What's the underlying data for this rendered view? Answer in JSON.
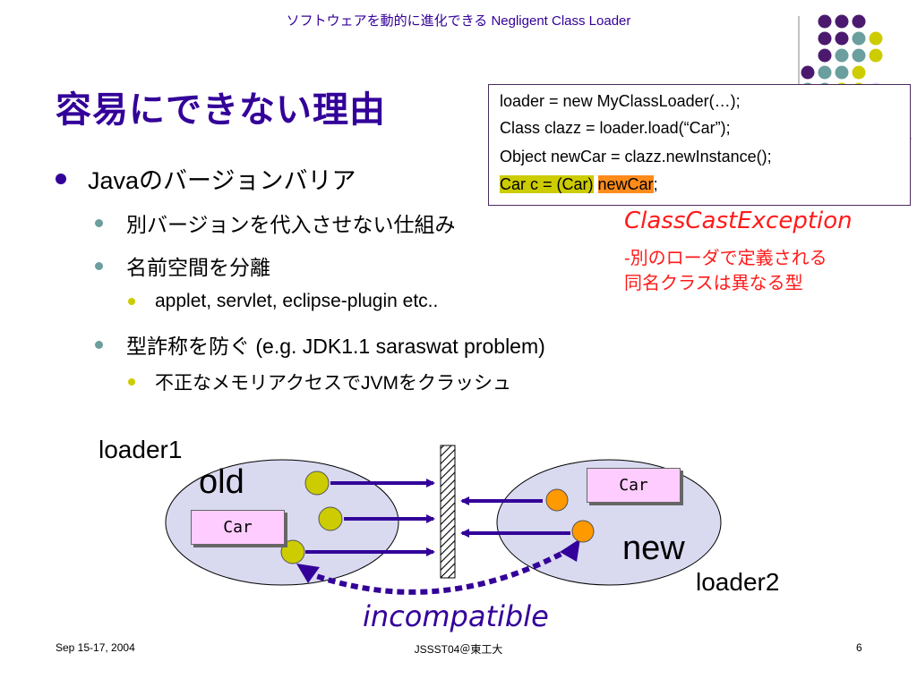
{
  "header": {
    "title": "ソフトウェアを動的に進化できる Negligent Class Loader"
  },
  "slide": {
    "title": "容易にできない理由"
  },
  "bullets": {
    "b1": "Javaのバージョンバリア",
    "b1_1": "別バージョンを代入させない仕組み",
    "b1_2": "名前空間を分離",
    "b1_2_1": "applet, servlet, eclipse-plugin etc..",
    "b1_3": "型詐称を防ぐ (e.g. JDK1.1 saraswat problem)",
    "b1_3_1": "不正なメモリアクセスでJVMをクラッシュ"
  },
  "code": {
    "line1": "loader = new MyClassLoader(…);",
    "line2": "Class clazz = loader.load(“Car”);",
    "line3": "Object newCar = clazz.newInstance();",
    "line4_cast": "Car c = (Car)",
    "line4_var": "newCar",
    "line4_end": ";"
  },
  "exception": {
    "name": "ClassCastException",
    "desc1": "-別のローダで定義される",
    "desc2": "同名クラスは異なる型"
  },
  "diagram": {
    "loader1": "loader1",
    "loader2": "loader2",
    "old": "old",
    "new": "new",
    "car_old": "Car",
    "car_new": "Car",
    "incompatible": "incompatible"
  },
  "footer": {
    "date": "Sep 15-17, 2004",
    "venue": "JSSST04＠東工大",
    "page": "6"
  },
  "colors": {
    "accent_purple": "#330099",
    "dot_purple": "#4b1a6e",
    "dot_teal": "#6b9e9e",
    "dot_yellow": "#cccc00",
    "dot_lavender": "#d8d8ee",
    "exception_red": "#ff1a1a",
    "loader_fill": "#d9d9f0",
    "object_yellow": "#cccc00",
    "object_orange": "#ff9900",
    "car_pink": "#ffccff"
  }
}
